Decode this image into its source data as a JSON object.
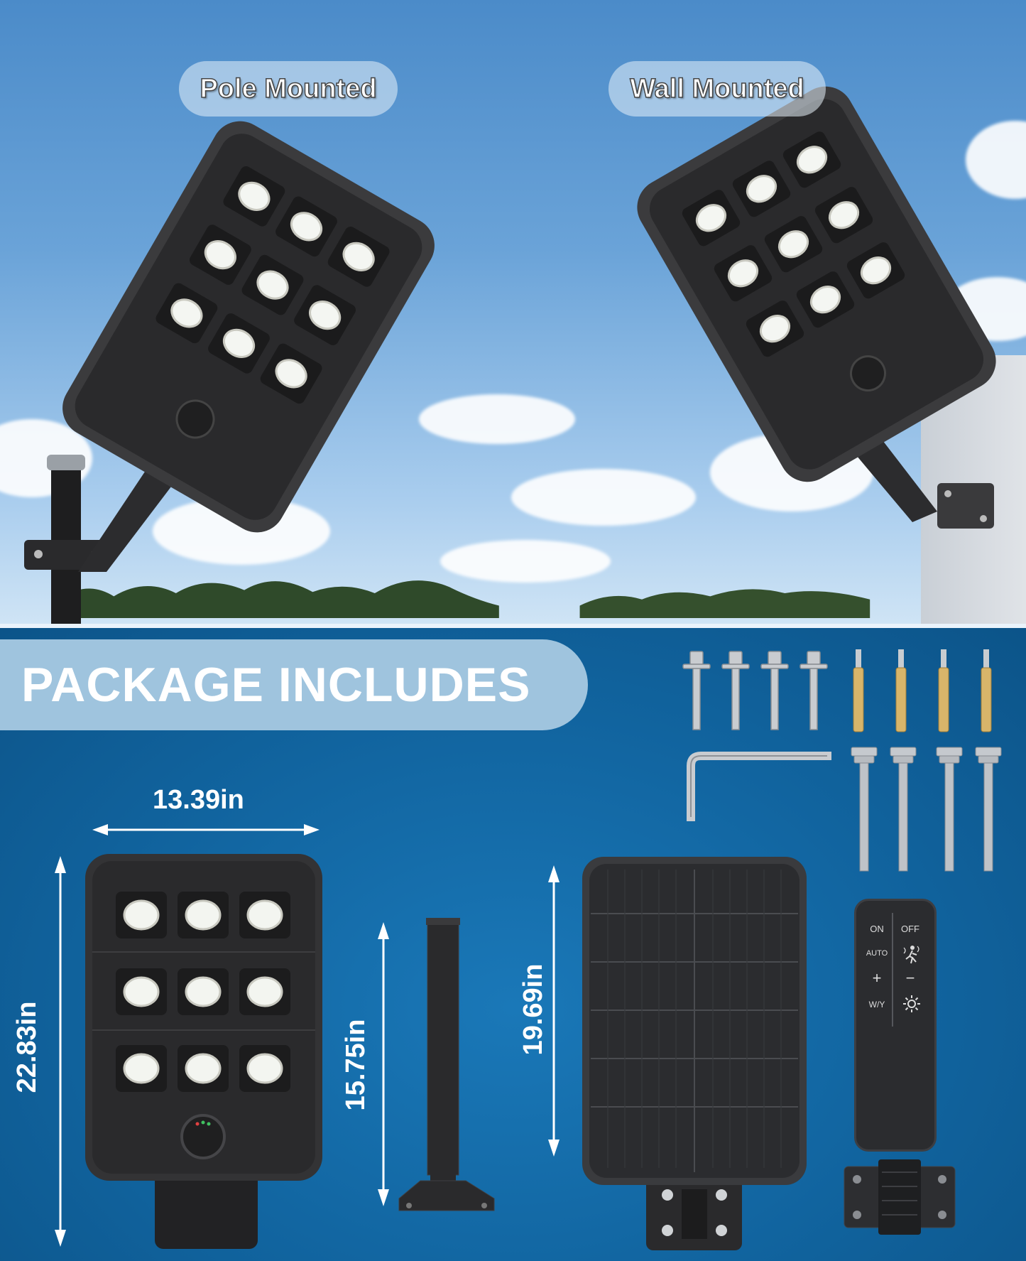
{
  "labels": {
    "pole_mounted": "Pole Mounted",
    "wall_mounted": "Wall Mounted",
    "package_includes": "PACKAGE INCLUDES"
  },
  "dimensions": {
    "width": "13.39in",
    "height": "22.83in",
    "pole_length": "15.75in",
    "panel_height": "19.69in"
  },
  "remote": {
    "on": "ON",
    "off": "OFF",
    "auto": "AUTO",
    "plus": "+",
    "minus": "−",
    "wy": "W/Y"
  },
  "colors": {
    "sky": "#5d9bd3",
    "banner": "#9fc4de",
    "background_blue": "#11649f",
    "lamp_body": "#2b2b2d"
  },
  "icons": [
    "motion-sensor-icon",
    "brightness-icon"
  ]
}
